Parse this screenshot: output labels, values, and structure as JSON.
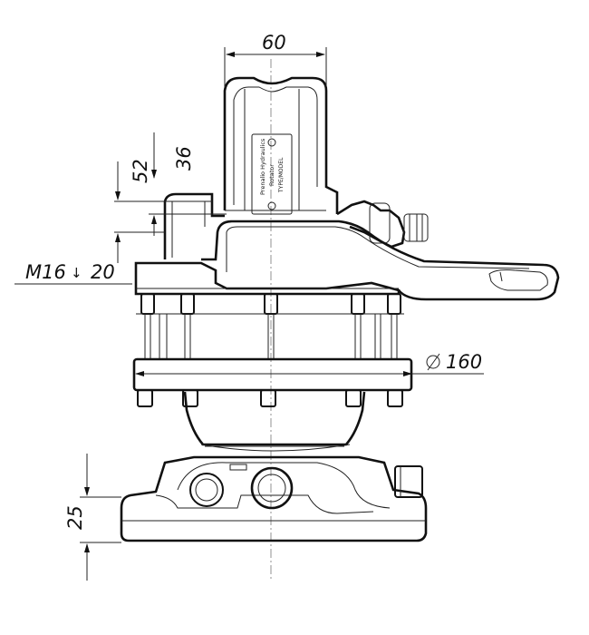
{
  "dimensions": {
    "width_top": "60",
    "height_36": "36",
    "height_52": "52",
    "thread": "M16",
    "thread_depth": "20",
    "diameter": "160",
    "height_bottom": "25"
  },
  "nameplate": {
    "line1": "Prenalio Hydraulics",
    "line2": "Rotator",
    "line3": "TYPE/MODEL"
  },
  "colors": {
    "stroke": "#111111",
    "background": "#ffffff"
  }
}
